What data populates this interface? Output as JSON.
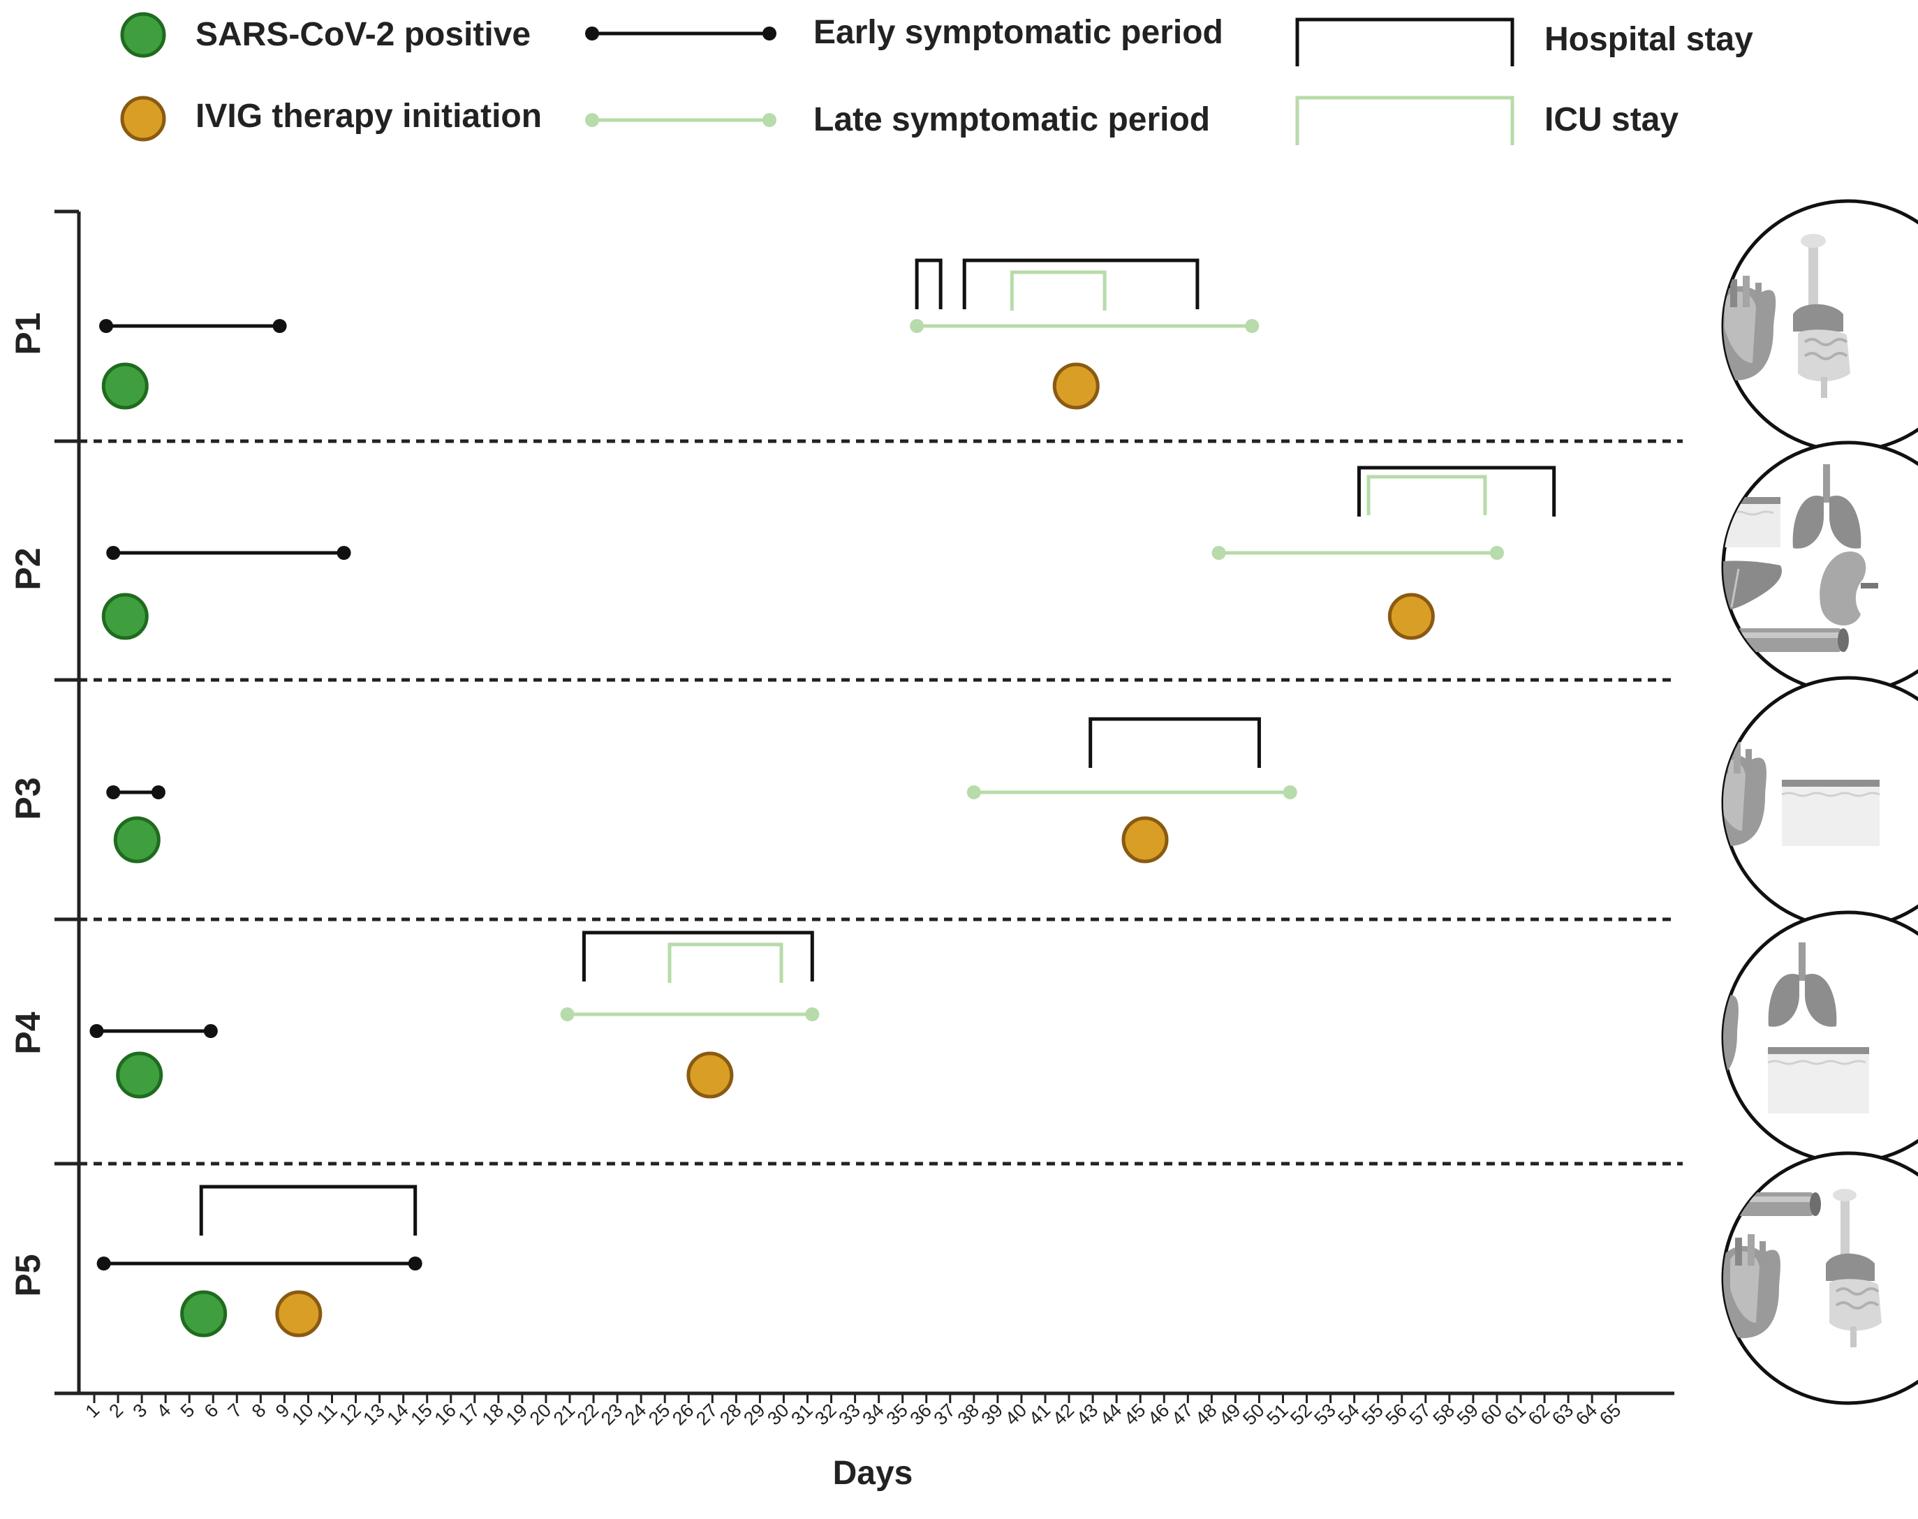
{
  "legend": {
    "positive_label": "SARS-CoV-2 positive",
    "ivig_label": "IVIG therapy initiation",
    "early_label": "Early symptomatic period",
    "late_label": "Late symptomatic period",
    "hospital_label": "Hospital stay",
    "icu_label": "ICU stay"
  },
  "colors": {
    "positive_fill": "#3f9f3f",
    "positive_stroke": "#1f6b1f",
    "ivig_fill": "#d89e26",
    "ivig_stroke": "#8a5a12",
    "early": "#111111",
    "late": "#b7dbaa",
    "hospital": "#111111",
    "icu": "#b7dbaa"
  },
  "chart_data": {
    "type": "timeline",
    "xlabel": "Days",
    "xlim": [
      1,
      65
    ],
    "x_ticks": [
      "1",
      "2",
      "3",
      "4",
      "5",
      "6",
      "7",
      "8",
      "9",
      "10",
      "11",
      "12",
      "13",
      "14",
      "15",
      "16",
      "17",
      "18",
      "19",
      "20",
      "21",
      "22",
      "23",
      "24",
      "25",
      "26",
      "27",
      "28",
      "29",
      "30",
      "31",
      "32",
      "33",
      "34",
      "35",
      "36",
      "37",
      "38",
      "39",
      "40",
      "41",
      "42",
      "43",
      "44",
      "45",
      "46",
      "47",
      "48",
      "49",
      "50",
      "51",
      "52",
      "53",
      "54",
      "55",
      "56",
      "57",
      "58",
      "59",
      "60",
      "61",
      "62",
      "63",
      "64",
      "65"
    ],
    "patients": [
      {
        "name": "P1",
        "early": [
          1.5,
          8.8
        ],
        "late": [
          35.6,
          49.7
        ],
        "hospital": [
          [
            35.6,
            36.6
          ],
          [
            37.6,
            47.4
          ]
        ],
        "icu": [
          [
            39.6,
            43.5
          ]
        ],
        "positive": 2.3,
        "ivig": 42.3,
        "organs": [
          "heart-icon",
          "digestive-system-icon"
        ]
      },
      {
        "name": "P2",
        "early": [
          1.8,
          11.5
        ],
        "late": [
          48.3,
          60.0
        ],
        "hospital": [
          [
            54.2,
            62.4
          ]
        ],
        "icu": [
          [
            54.6,
            59.5
          ]
        ],
        "positive": 2.3,
        "ivig": 56.4,
        "organs": [
          "skin-icon",
          "lungs-icon",
          "liver-icon",
          "kidney-icon",
          "blood-vessel-icon"
        ]
      },
      {
        "name": "P3",
        "early": [
          1.8,
          3.7
        ],
        "late": [
          38.0,
          51.3
        ],
        "hospital": [
          [
            42.9,
            50.0
          ]
        ],
        "icu": [],
        "positive": 2.8,
        "ivig": 45.2,
        "organs": [
          "heart-icon",
          "skin-icon"
        ]
      },
      {
        "name": "P4",
        "early": [
          1.1,
          5.9
        ],
        "late": [
          20.9,
          31.2
        ],
        "hospital": [
          [
            21.6,
            31.2
          ]
        ],
        "icu": [
          [
            25.2,
            29.9
          ]
        ],
        "positive": 2.9,
        "ivig": 26.9,
        "organs": [
          "heart-icon",
          "lungs-icon",
          "skin-icon"
        ]
      },
      {
        "name": "P5",
        "early": [
          1.4,
          14.5
        ],
        "late": null,
        "hospital": [
          [
            5.5,
            14.5
          ]
        ],
        "icu": [],
        "positive": 5.6,
        "ivig": 9.6,
        "organs": [
          "blood-vessel-icon",
          "heart-icon",
          "digestive-system-icon"
        ]
      }
    ]
  }
}
